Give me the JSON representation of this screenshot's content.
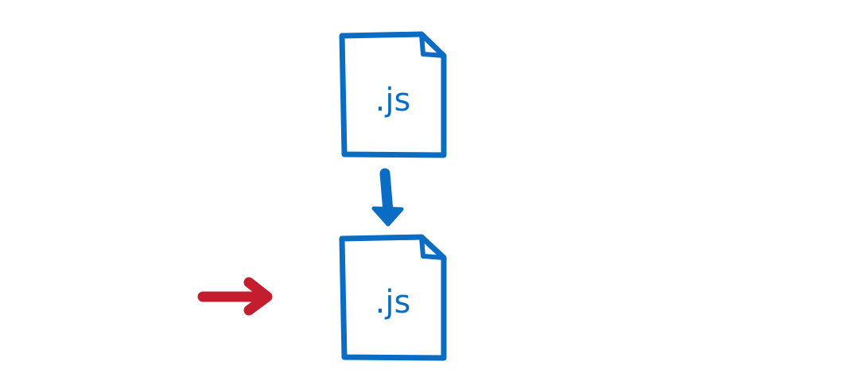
{
  "colors": {
    "background": "#ffffff",
    "file_stroke": "#0b6cc4",
    "flow_arrow": "#0b6cc4",
    "pointer_arrow": "#c41e2e"
  },
  "files": [
    {
      "label": ".js",
      "icon": "file-icon"
    },
    {
      "label": ".js",
      "icon": "file-icon"
    }
  ],
  "arrows": [
    {
      "name": "down-arrow-icon",
      "direction": "down"
    },
    {
      "name": "right-arrow-icon",
      "direction": "right"
    }
  ]
}
